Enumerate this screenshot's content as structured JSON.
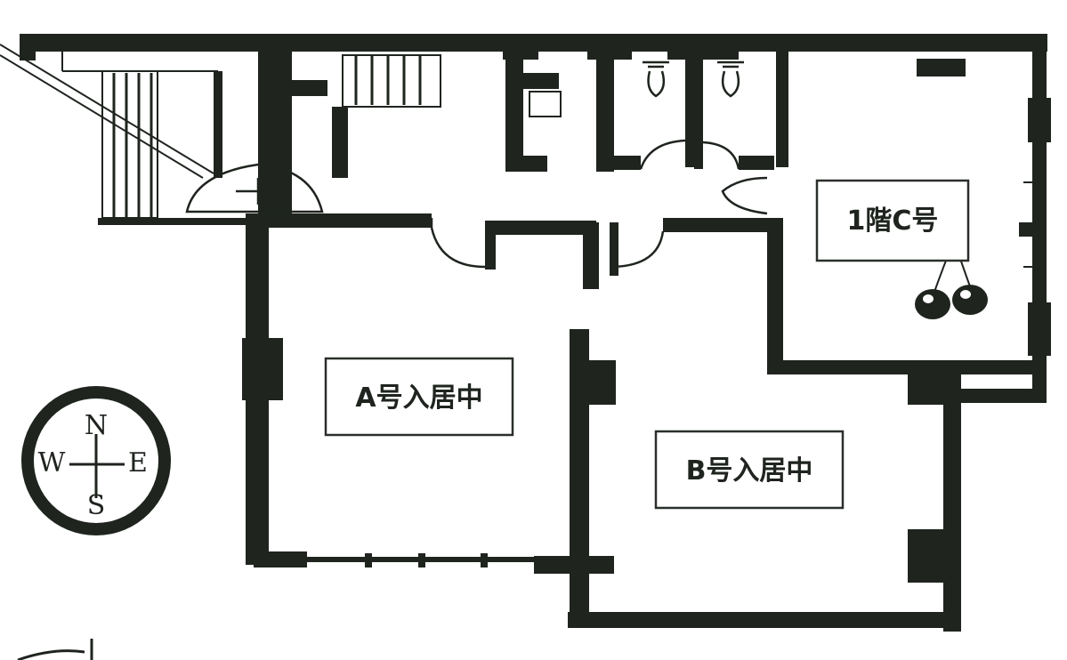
{
  "floor_plan": {
    "units": [
      {
        "key": "a",
        "label": "A号入居中"
      },
      {
        "key": "b",
        "label": "B号入居中"
      },
      {
        "key": "c",
        "label": "1階C号"
      }
    ],
    "compass": {
      "north": "N",
      "south": "S",
      "east": "E",
      "west": "W"
    },
    "colors": {
      "wall": "#1f241f",
      "paper": "#ffffff"
    }
  }
}
